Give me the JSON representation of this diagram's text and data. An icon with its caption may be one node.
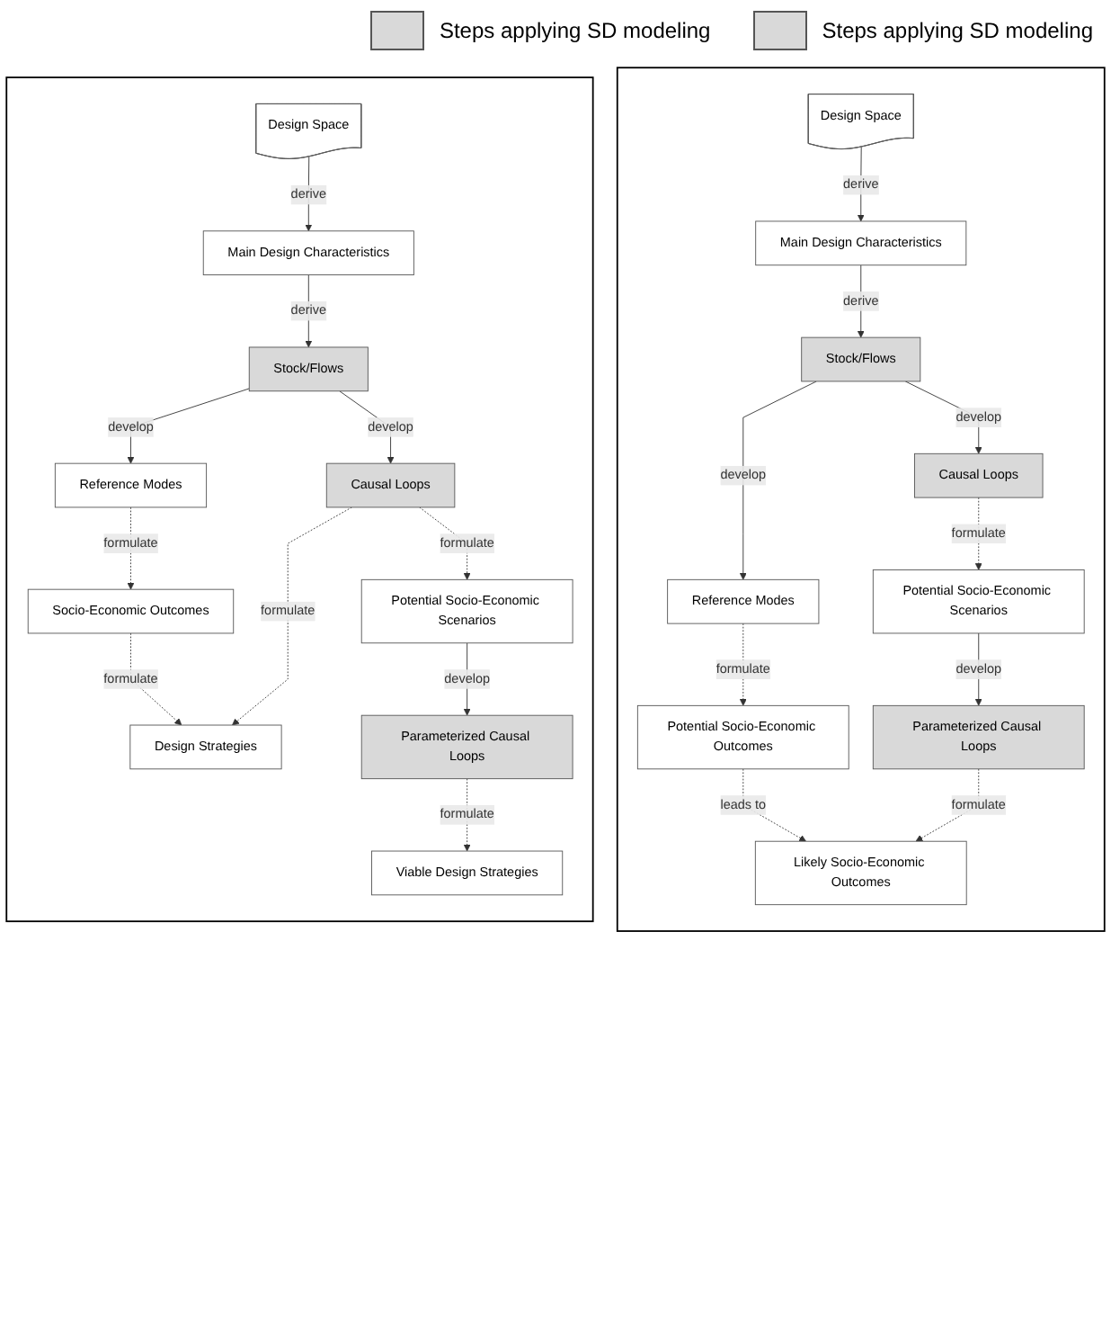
{
  "diagram": {
    "nodes": [
      {
        "text": [],
        "shape": "box"
      },
      {
        "text": [
          "Design Space"
        ],
        "in": 0
      },
      {
        "text": [
          "Main Design Characteristics"
        ],
        "in": 0
      },
      {
        "text": [
          "Stock/Flows"
        ],
        "in": 0
      },
      {
        "text": [
          "Potential Socio-Economic Outcomes"
        ],
        "in": 0
      },
      {
        "text": [
          "Reference Modes"
        ],
        "in": 0
      },
      {
        "text": [
          "Causal Loops"
        ],
        "in": 0
      },
      {
        "text": [
          "Potential Socio-Economic Scenarios"
        ],
        "in": 0
      },
      {
        "text": [
          "Likely Socio-Economic Outcomes"
        ],
        "in": 0
      },
      {
        "text": [
          "Parameterized Causal Loops"
        ],
        "in": 0
      },
      {
        "text": [],
        "shape": "box"
      },
      {
        "text": [
          "Design Space"
        ],
        "in": 10
      },
      {
        "text": [
          "Main Design Characteristics"
        ],
        "in": 10
      },
      {
        "text": [
          "Stock/Flows"
        ],
        "in": 10
      },
      {
        "text": [
          "Socio-Economic Outcomes"
        ],
        "in": 10
      },
      {
        "text": [
          "Reference Modes"
        ],
        "in": 10
      },
      {
        "text": [
          "Causal Loops"
        ],
        "in": 10
      },
      {
        "text": [
          "Design Strategies"
        ],
        "in": 10
      },
      {
        "text": [
          "Potential Socio-Economic Scenarios"
        ],
        "in": 10
      },
      {
        "text": [
          "Viable Design Strategies"
        ],
        "in": 10
      },
      {
        "text": [
          "Parameterized Causal Loops"
        ],
        "in": 10
      }
    ],
    "edges": [
      {
        "from": 1,
        "to": 2,
        "arrow": "to",
        "label": "derive"
      },
      {
        "from": 2,
        "to": 3,
        "arrow": "to",
        "label": "derive"
      },
      {
        "from": 3,
        "to": 5,
        "arrow": "to",
        "label": "develop"
      },
      {
        "from": 3,
        "to": 6,
        "arrow": "to",
        "label": "develop"
      },
      {
        "from": 5,
        "to": 4,
        "arrow": "to",
        "label": "formulate",
        "style": "dashed"
      },
      {
        "from": 6,
        "to": 7,
        "arrow": "to",
        "label": "formulate",
        "style": "dashed"
      },
      {
        "from": 4,
        "to": 8,
        "arrow": "to",
        "label": "leads to",
        "style": "dashed"
      },
      {
        "from": 7,
        "to": 9,
        "arrow": "to",
        "label": "develop"
      },
      {
        "from": 9,
        "to": 8,
        "arrow": "to",
        "label": "formulate",
        "style": "dashed"
      },
      {
        "from": 11,
        "to": 12,
        "arrow": "to",
        "label": "derive"
      },
      {
        "from": 12,
        "to": 13,
        "arrow": "to",
        "label": "derive"
      },
      {
        "from": 13,
        "to": 15,
        "arrow": "to",
        "label": "develop"
      },
      {
        "from": 13,
        "to": 16,
        "arrow": "to",
        "label": "develop"
      },
      {
        "from": 15,
        "to": 14,
        "arrow": "to",
        "label": "formulate",
        "style": "dashed"
      },
      {
        "from": 14,
        "to": 17,
        "arrow": "to",
        "label": "formulate",
        "style": "dashed"
      },
      {
        "from": 16,
        "to": 18,
        "arrow": "to",
        "label": "formulate",
        "style": "dashed"
      },
      {
        "from": 16,
        "to": 17,
        "arrow": "to",
        "label": "formulate",
        "style": "dashed"
      },
      {
        "from": 18,
        "to": 20,
        "arrow": "to",
        "label": "develop"
      },
      {
        "from": 20,
        "to": 19,
        "arrow": "to",
        "label": "formulate",
        "style": "dashed"
      }
    ],
    "legend": [
      {
        "text": "Steps applying SD modeling",
        "color": "#d9d9d9"
      },
      {
        "text": "Steps applying SD modeling",
        "color": "#d9d9d9"
      }
    ]
  }
}
